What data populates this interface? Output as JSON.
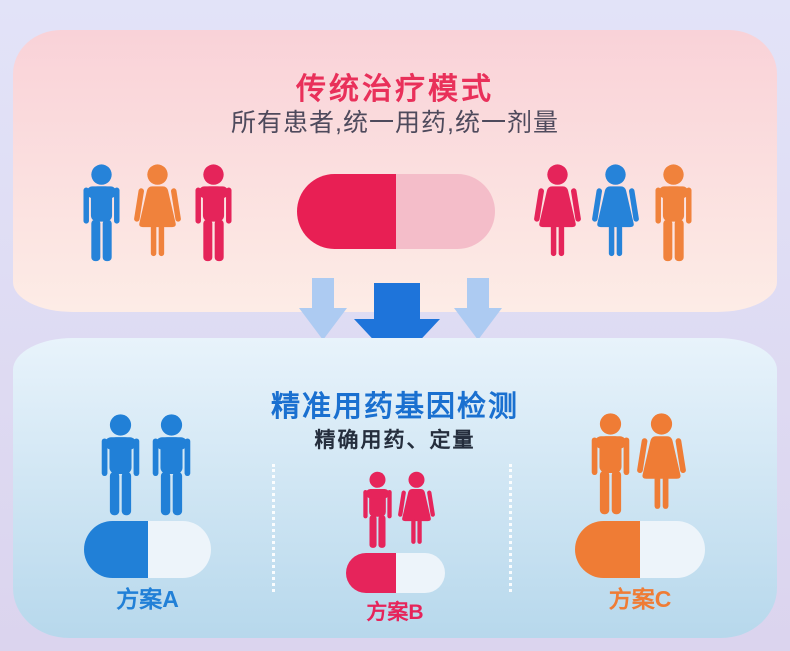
{
  "background": {
    "outer_top": "#e2e3f8",
    "outer_bottom": "#dbd4ee"
  },
  "top_panel": {
    "title": "传统治疗模式",
    "title_color": "#e9305a",
    "subtitle": "所有患者,统一用药,统一剂量",
    "subtitle_color": "#4e4a5c",
    "bg_top": "#f9d2d8",
    "bg_bottom": "#fdece6",
    "left_people": [
      {
        "type": "male",
        "color": "#2683d9"
      },
      {
        "type": "female",
        "color": "#f0823c"
      },
      {
        "type": "male",
        "color": "#e5245a"
      }
    ],
    "right_people": [
      {
        "type": "female",
        "color": "#e5245a"
      },
      {
        "type": "female",
        "color": "#2683d9"
      },
      {
        "type": "male",
        "color": "#f0823c"
      }
    ],
    "capsule": {
      "left_color": "#e81f54",
      "right_color": "#f4bdc9"
    }
  },
  "arrows": {
    "small_color": "#adcbf2",
    "large_color": "#1e74da"
  },
  "bottom_panel": {
    "title": "精准用药基因检测",
    "title_color": "#1a70d0",
    "subtitle": "精确用药、定量",
    "subtitle_color": "#252e3d",
    "bg_top": "#e8f3fb",
    "bg_bottom": "#b7d8ec",
    "plans": [
      {
        "label": "方案A",
        "label_color": "#2180d7",
        "pill_left": "#2180d7",
        "pill_right": "#edf4fa",
        "people": [
          {
            "type": "male",
            "color": "#2180d7"
          },
          {
            "type": "male",
            "color": "#2180d7"
          }
        ]
      },
      {
        "label": "方案B",
        "label_color": "#e6245b",
        "pill_left": "#e6245b",
        "pill_right": "#edf4fa",
        "people": [
          {
            "type": "male",
            "color": "#e6245b"
          },
          {
            "type": "female",
            "color": "#e6245b"
          }
        ]
      },
      {
        "label": "方案C",
        "label_color": "#ef7c35",
        "pill_left": "#ef7c35",
        "pill_right": "#edf4fa",
        "people": [
          {
            "type": "male",
            "color": "#ef7c35"
          },
          {
            "type": "female",
            "color": "#ef7c35"
          }
        ]
      }
    ]
  }
}
